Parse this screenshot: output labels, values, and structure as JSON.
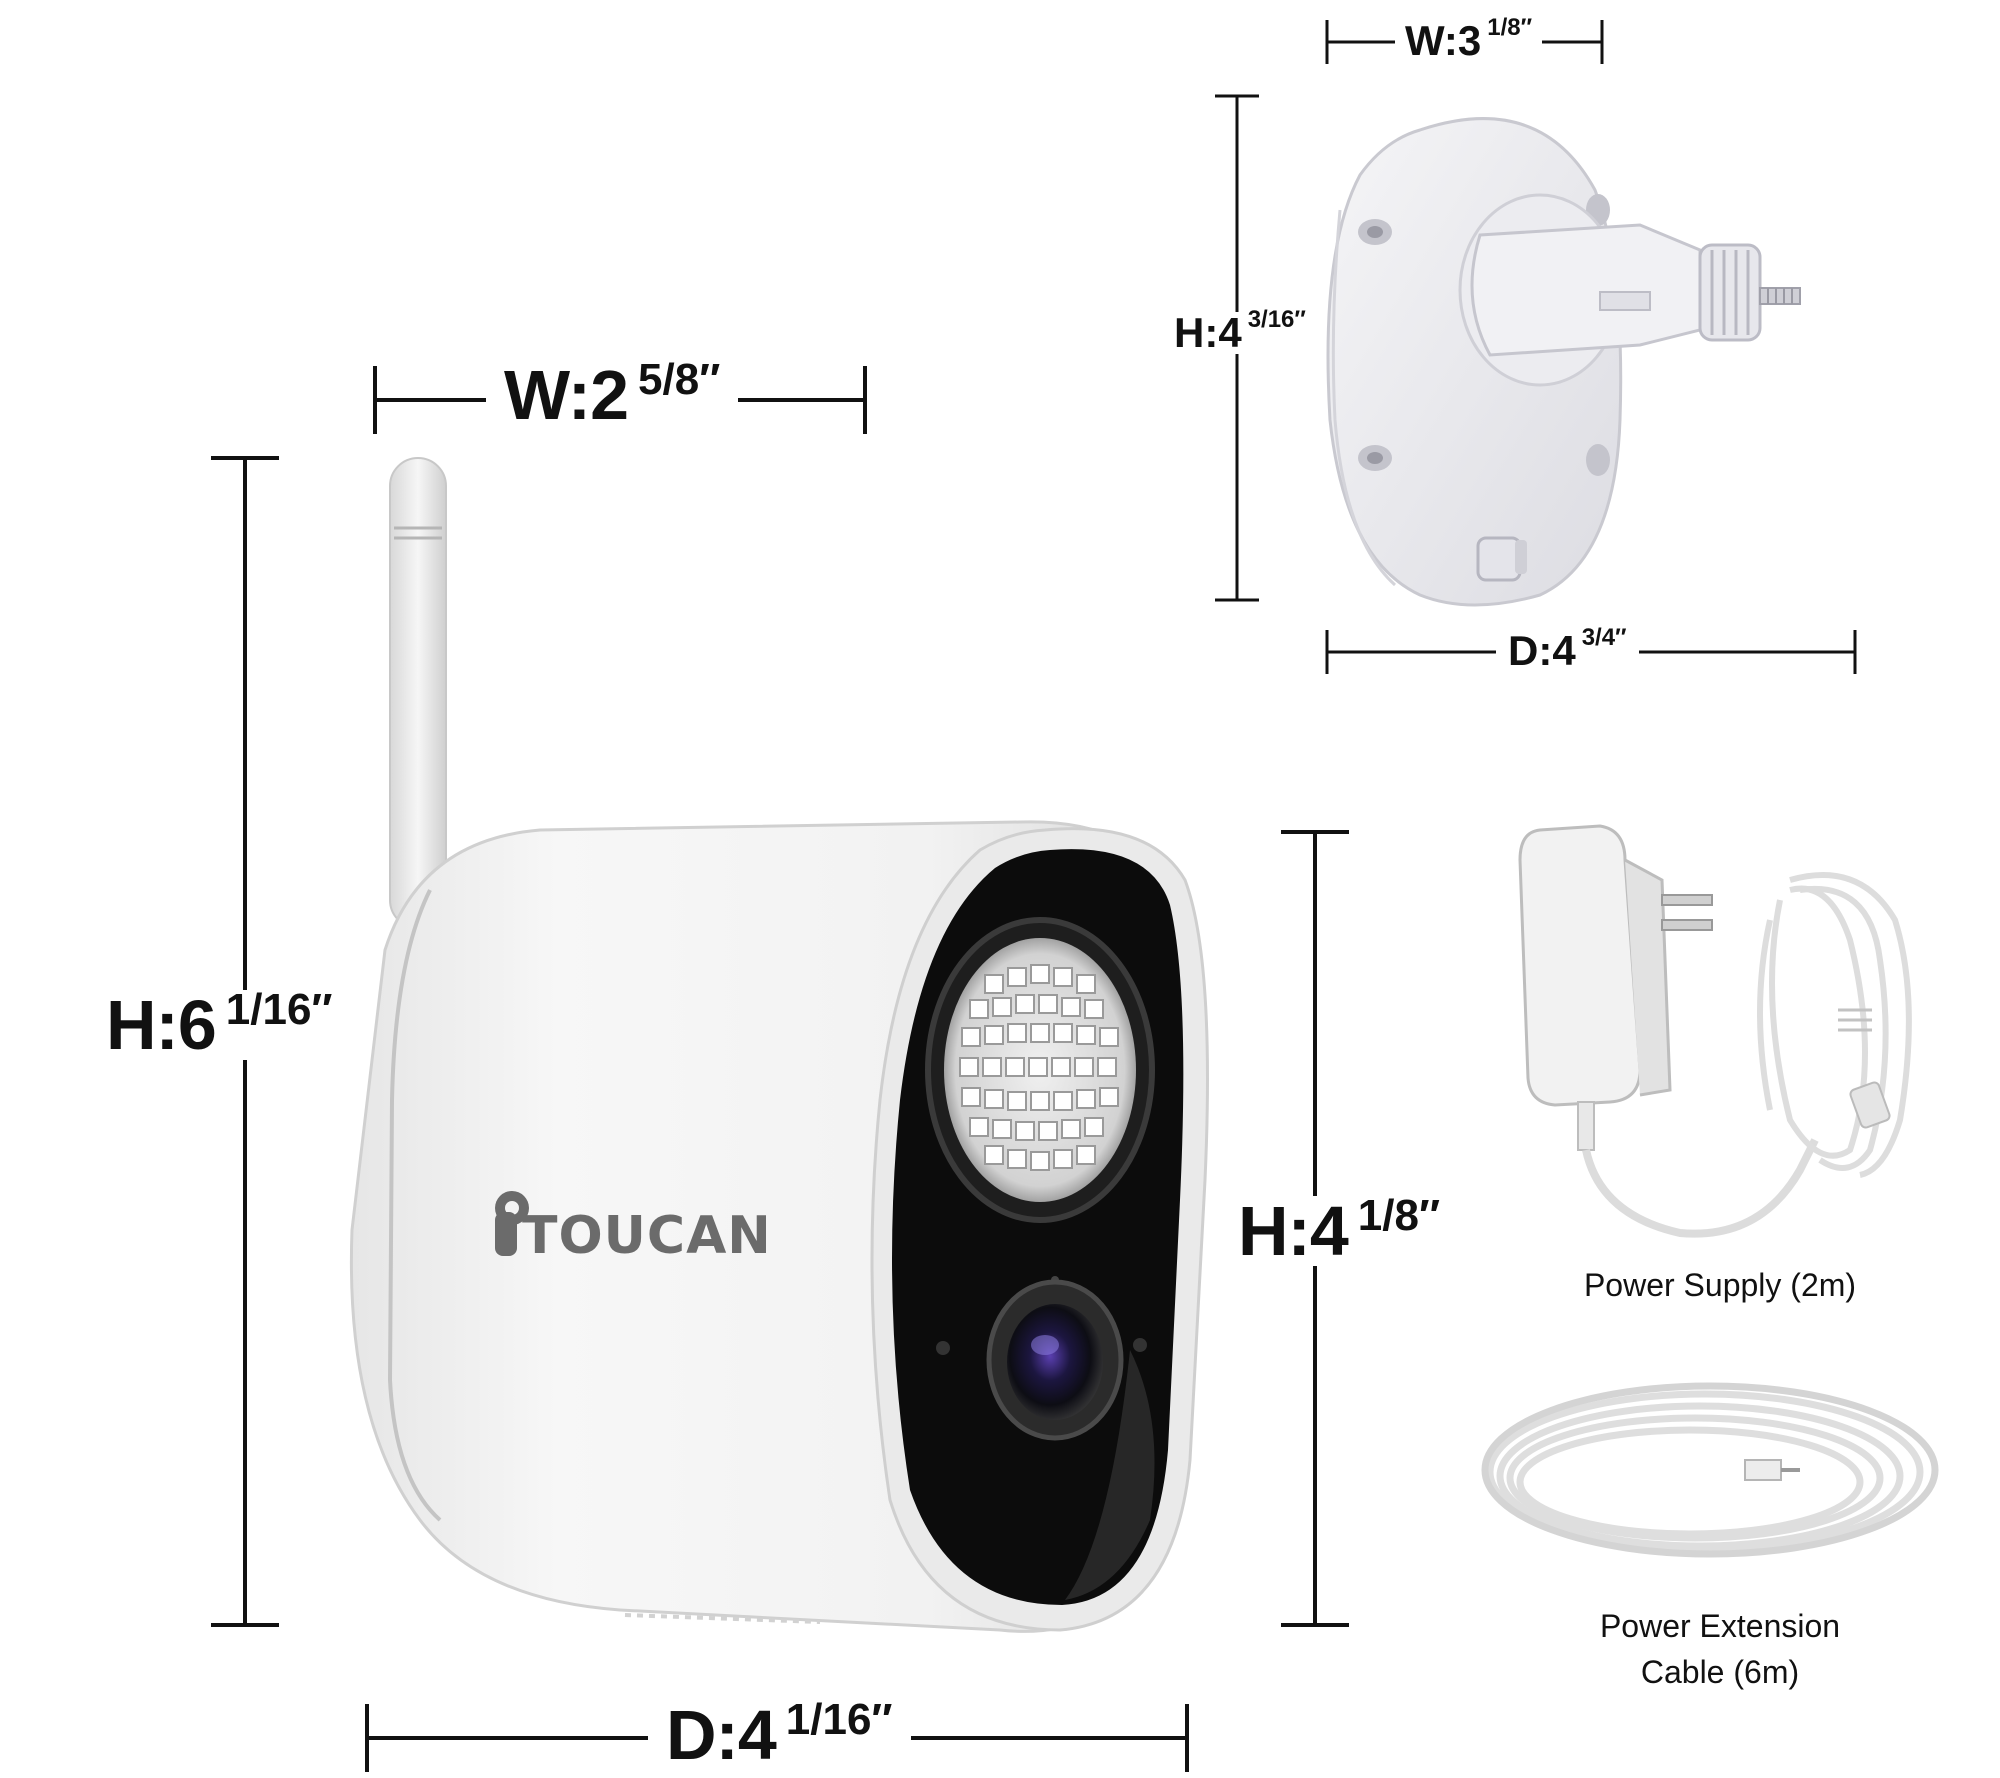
{
  "camera": {
    "brand": "TOUCAN",
    "dim_width": {
      "main": "W:2",
      "frac": "5/8″"
    },
    "dim_height": {
      "main": "H:6",
      "frac": "1/16″"
    },
    "dim_depth": {
      "main": "D:4",
      "frac": "1/16″"
    },
    "dim_body_height": {
      "main": "H:4",
      "frac": "1/8″"
    }
  },
  "mount": {
    "dim_width": {
      "main": "W:3",
      "frac": "1/8″"
    },
    "dim_height": {
      "main": "H:4",
      "frac": "3/16″"
    },
    "dim_depth": {
      "main": "D:4",
      "frac": "3/4″"
    }
  },
  "accessories": {
    "power_supply_label": "Power Supply (2m)",
    "extension_line1": "Power Extension",
    "extension_line2": "Cable (6m)"
  },
  "icons": [
    "toucan-logo-icon",
    "camera-icon",
    "wall-mount-icon",
    "power-adapter-icon",
    "extension-cable-icon"
  ],
  "colors": {
    "line": "#111111",
    "body": "#f4f4f4",
    "face": "#0c0c0c",
    "caption": "#111111"
  }
}
